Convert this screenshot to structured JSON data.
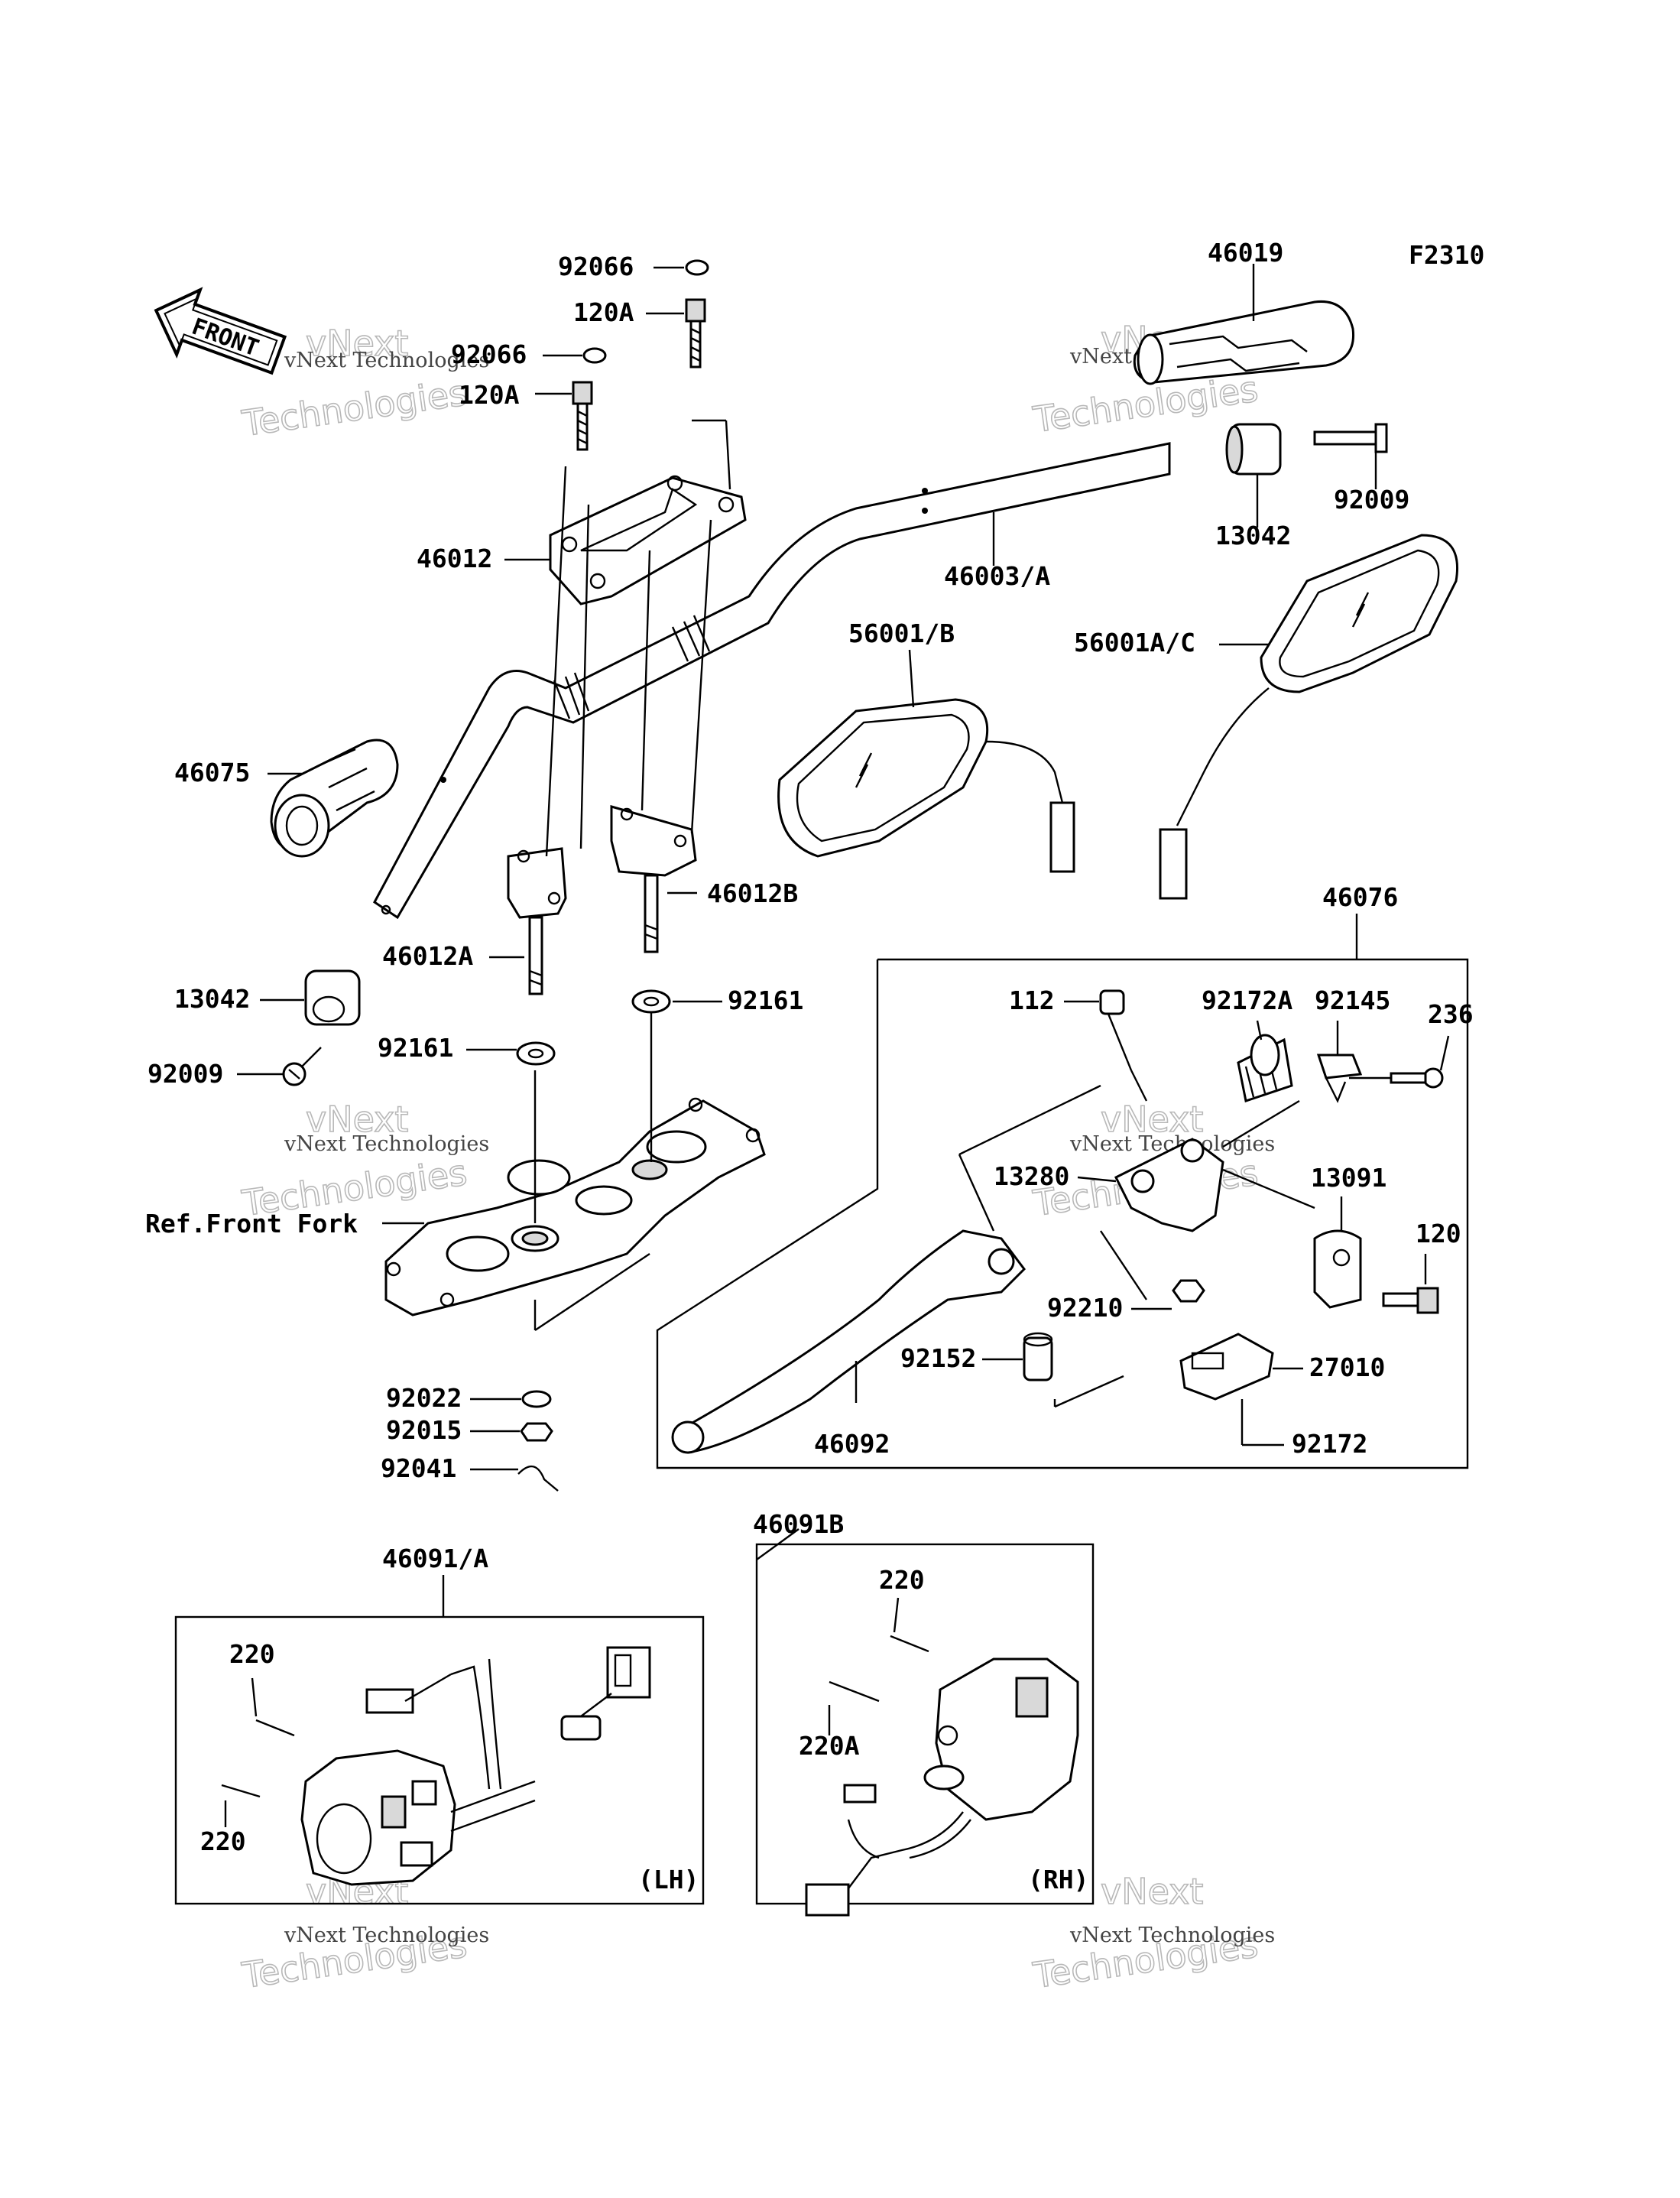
{
  "figure_code": "F2310",
  "front_marker": "FRONT",
  "labels": {
    "p92066_top": "92066",
    "p120A_top": "120A",
    "p92066_mid": "92066",
    "p120A_mid": "120A",
    "p46019": "46019",
    "p92009_r": "92009",
    "p13042_r": "13042",
    "p46012": "46012",
    "p46003A": "46003/A",
    "p56001B": "56001/B",
    "p56001AC": "56001A/C",
    "p46075": "46075",
    "p46012B": "46012B",
    "p46076": "46076",
    "p46012A": "46012A",
    "p13042_l": "13042",
    "p92161_r": "92161",
    "p92161_l": "92161",
    "p92009_l": "92009",
    "p112": "112",
    "p92172A": "92172A",
    "p92145": "92145",
    "p236": "236",
    "p13280": "13280",
    "p13091": "13091",
    "p120": "120",
    "ref_front_fork": "Ref.Front Fork",
    "p92210": "92210",
    "p27010": "27010",
    "p92152": "92152",
    "p92022": "92022",
    "p92015": "92015",
    "p92041": "92041",
    "p46092": "46092",
    "p92172": "92172",
    "p46091A": "46091/A",
    "p46091B": "46091B",
    "p220_lh_top": "220",
    "p220_lh_bot": "220",
    "p220_rh_top": "220",
    "p220A": "220A",
    "lh": "(LH)",
    "rh": "(RH)"
  },
  "watermark": {
    "small": "vNext Technologies",
    "large1": "vNext",
    "large2": "Technologies"
  }
}
